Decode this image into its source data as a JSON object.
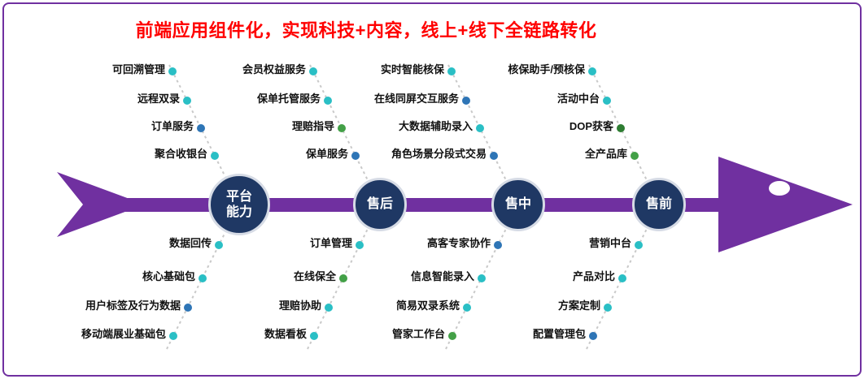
{
  "title": {
    "text": "前端应用组件化，实现科技+内容，线上+线下全链路转化",
    "color": "#FF0000"
  },
  "theme": {
    "background": "#FFFFFF",
    "border_color": "#7030A0",
    "spine_color": "#7030A0",
    "node_fill": "#1F3864",
    "node_text_color": "#FFFFFF",
    "branch_line_color": "#C9C9C9",
    "label_color": "#111111"
  },
  "nodes": [
    {
      "label": "平台\n能力"
    },
    {
      "label": "售后"
    },
    {
      "label": "售中"
    },
    {
      "label": "售前"
    }
  ],
  "branches": [
    {
      "node": "平台能力",
      "side": "top",
      "items": [
        {
          "label": "可回溯管理",
          "dot_color": "#2ABFC5"
        },
        {
          "label": "远程双录",
          "dot_color": "#2ABFC5"
        },
        {
          "label": "订单服务",
          "dot_color": "#2E75B6"
        },
        {
          "label": "聚合收银台",
          "dot_color": "#2ABFC5"
        }
      ]
    },
    {
      "node": "售后",
      "side": "top",
      "items": [
        {
          "label": "会员权益服务",
          "dot_color": "#2ABFC5"
        },
        {
          "label": "保单托管服务",
          "dot_color": "#2ABFC5"
        },
        {
          "label": "理赔指导",
          "dot_color": "#43A047"
        },
        {
          "label": "保单服务",
          "dot_color": "#2E75B6"
        }
      ]
    },
    {
      "node": "售中",
      "side": "top",
      "items": [
        {
          "label": "实时智能核保",
          "dot_color": "#2ABFC5"
        },
        {
          "label": "在线同屏交互服务",
          "dot_color": "#2E75B6"
        },
        {
          "label": "大数据辅助录入",
          "dot_color": "#2ABFC5"
        },
        {
          "label": "角色场景分段式交易",
          "dot_color": "#2E75B6"
        }
      ]
    },
    {
      "node": "售前",
      "side": "top",
      "items": [
        {
          "label": "核保助手/预核保",
          "dot_color": "#2ABFC5"
        },
        {
          "label": "活动中台",
          "dot_color": "#2ABFC5"
        },
        {
          "label": "DOP获客",
          "dot_color": "#2E7D32"
        },
        {
          "label": "全产品库",
          "dot_color": "#43A047"
        }
      ]
    },
    {
      "node": "平台能力",
      "side": "bottom",
      "items": [
        {
          "label": "数据回传",
          "dot_color": "#2ABFC5"
        },
        {
          "label": "核心基础包",
          "dot_color": "#2ABFC5"
        },
        {
          "label": "用户标签及行为数据",
          "dot_color": "#2E75B6"
        },
        {
          "label": "移动端展业基础包",
          "dot_color": "#2ABFC5"
        }
      ]
    },
    {
      "node": "售后",
      "side": "bottom",
      "items": [
        {
          "label": "订单管理",
          "dot_color": "#2ABFC5"
        },
        {
          "label": "在线保全",
          "dot_color": "#43A047"
        },
        {
          "label": "理赔协助",
          "dot_color": "#2ABFC5"
        },
        {
          "label": "数据看板",
          "dot_color": "#2ABFC5"
        }
      ]
    },
    {
      "node": "售中",
      "side": "bottom",
      "items": [
        {
          "label": "高客专家协作",
          "dot_color": "#2E75B6"
        },
        {
          "label": "信息智能录入",
          "dot_color": "#2ABFC5"
        },
        {
          "label": "简易双录系统",
          "dot_color": "#2ABFC5"
        },
        {
          "label": "管家工作台",
          "dot_color": "#43A047"
        }
      ]
    },
    {
      "node": "售前",
      "side": "bottom",
      "items": [
        {
          "label": "营销中台",
          "dot_color": "#2ABFC5"
        },
        {
          "label": "产品对比",
          "dot_color": "#2ABFC5"
        },
        {
          "label": "方案定制",
          "dot_color": "#2ABFC5"
        },
        {
          "label": "配置管理包",
          "dot_color": "#2E75B6"
        }
      ]
    }
  ]
}
